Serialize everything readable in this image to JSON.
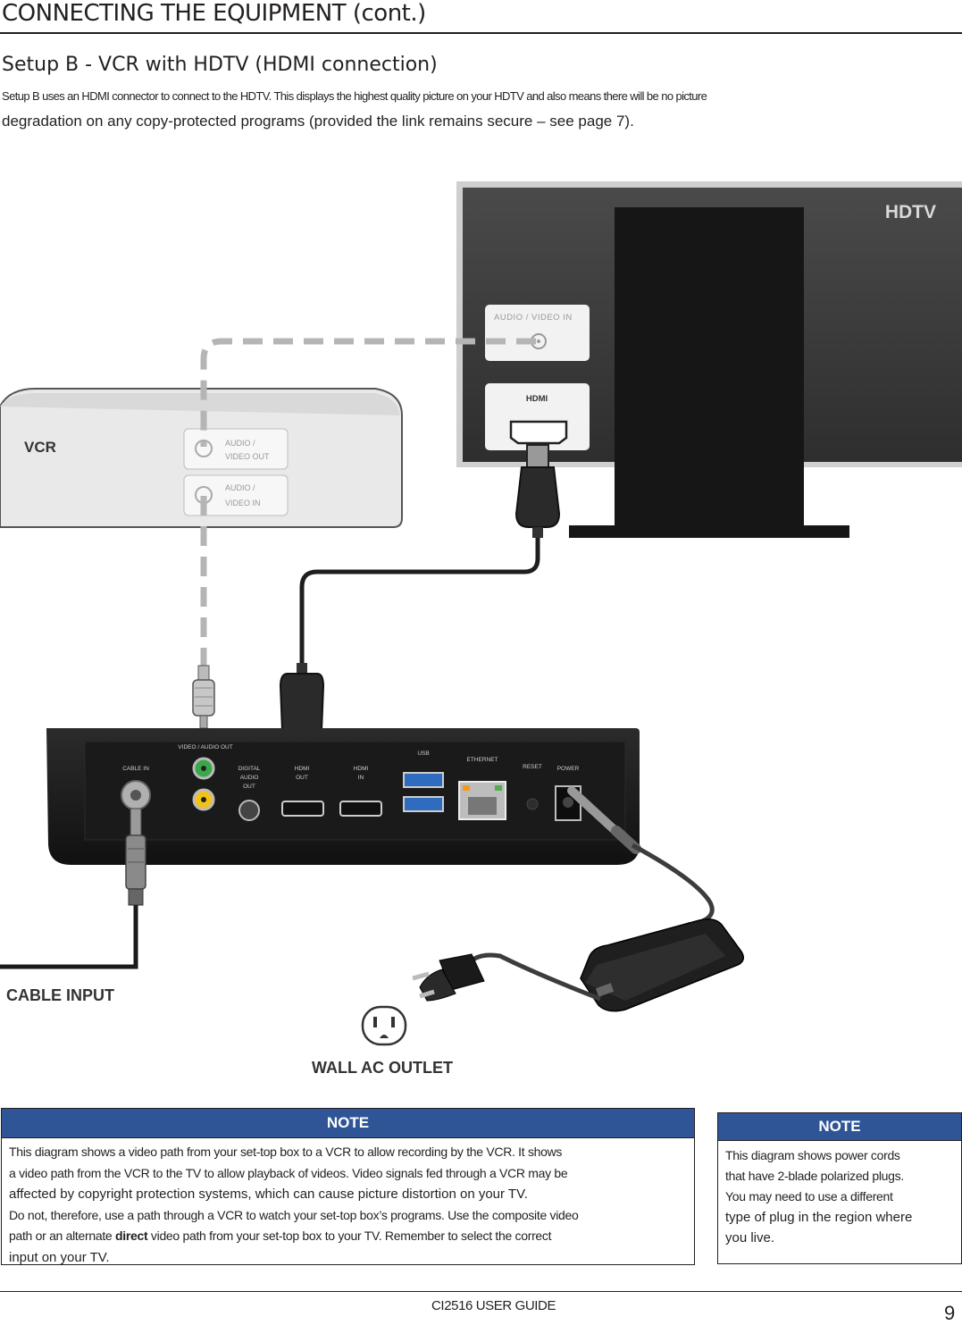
{
  "page": {
    "title": "CONNECTING THE EQUIPMENT (cont.)",
    "section_title": "Setup B - VCR with HDTV  (HDMI connection)",
    "intro_line1": "Setup B uses an HDMI connector to connect to the HDTV. This displays the highest quality picture on your HDTV and also means there will be no picture",
    "intro_line2": "degradation on any copy-protected programs (provided the link remains secure – see page 7)."
  },
  "diagram": {
    "hdtv_label": "HDTV",
    "tv_av_in_label": "AUDIO / VIDEO IN",
    "tv_hdmi_label": "HDMI",
    "vcr_label": "VCR",
    "vcr_out_label_1": "AUDIO /",
    "vcr_out_label_2": "VIDEO OUT",
    "vcr_in_label_1": "AUDIO /",
    "vcr_in_label_2": "VIDEO IN",
    "stb_cable_in": "CABLE IN",
    "stb_video_audio_out": "VIDEO / AUDIO OUT",
    "stb_digital_audio_1": "DIGITAL",
    "stb_digital_audio_2": "AUDIO",
    "stb_digital_audio_3": "OUT",
    "stb_hdmi_out_1": "HDMI",
    "stb_hdmi_out_2": "OUT",
    "stb_hdmi_in_1": "HDMI",
    "stb_hdmi_in_2": "IN",
    "stb_usb": "USB",
    "stb_ethernet": "ETHERNET",
    "stb_reset": "RESET",
    "stb_power": "POWER",
    "cable_input_label": "CABLE INPUT",
    "wall_outlet_label": "WALL AC OUTLET"
  },
  "note_left": {
    "heading": "NOTE",
    "line1": "This diagram shows a video path from your set-top box to a VCR to allow recording by the VCR.  It shows",
    "line2": "a video path from the VCR to the TV to allow playback of videos.  Video signals fed through a VCR may be",
    "line3": "affected by copyright protection systems, which can cause picture distortion on your TV.",
    "line4": "Do not, therefore, use a path through a VCR to watch your set-top box’s programs. Use the composite video",
    "line5_pre": "path or an alternate ",
    "line5_bold": "direct",
    "line5_post": " video path from your set-top box to your TV.  Remember to select the correct",
    "line6": "input on your TV."
  },
  "note_right": {
    "heading": "NOTE",
    "line1": "This diagram shows power cords",
    "line2": "that have 2-blade polarized plugs.",
    "line3": "You may need to use a different",
    "line4": "type of plug in the region where",
    "line5": "you live."
  },
  "footer": {
    "guide": "CI2516 USER GUIDE",
    "page_number": "9"
  },
  "colors": {
    "note_header": "#2f5597",
    "tv_screen": "#3a3a3a",
    "stb_body": "#1c1c1c"
  }
}
